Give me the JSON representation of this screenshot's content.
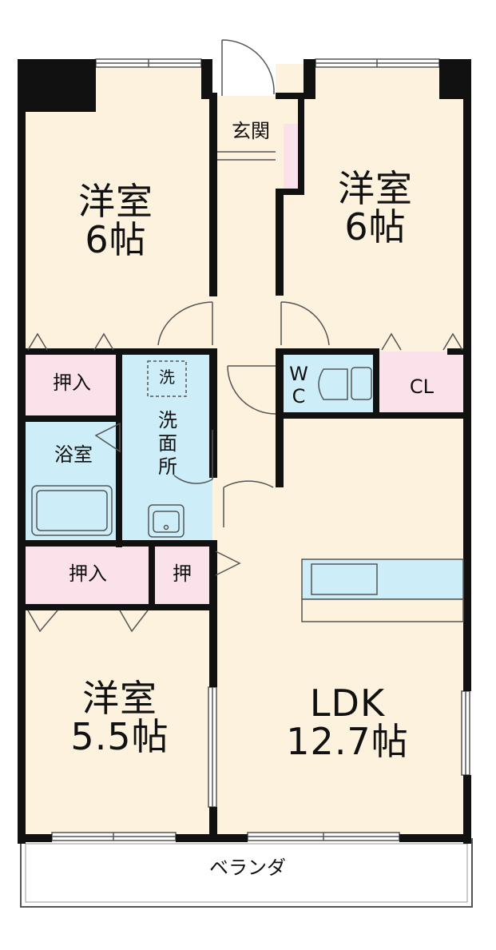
{
  "colors": {
    "room": "#fdf2dd",
    "water": "#cdeef8",
    "closet": "#fbe1ea",
    "wall": "#111111",
    "line": "#555555"
  },
  "rooms": {
    "western_nw": {
      "name": "洋室",
      "size": "6帖"
    },
    "western_ne": {
      "name": "洋室",
      "size": "6帖"
    },
    "western_sw": {
      "name": "洋室",
      "size": "5.5帖"
    },
    "ldk": {
      "name": "LDK",
      "size": "12.7帖"
    },
    "entrance": "玄関",
    "washroom": [
      "洗",
      "面",
      "所"
    ],
    "washer": "洗",
    "bath": "浴室",
    "toilet": [
      "W",
      "C"
    ],
    "closet_cl": "CL",
    "oshiire_1": "押入",
    "oshiire_2": "押入",
    "oshi": "押",
    "balcony": "ベランダ"
  }
}
